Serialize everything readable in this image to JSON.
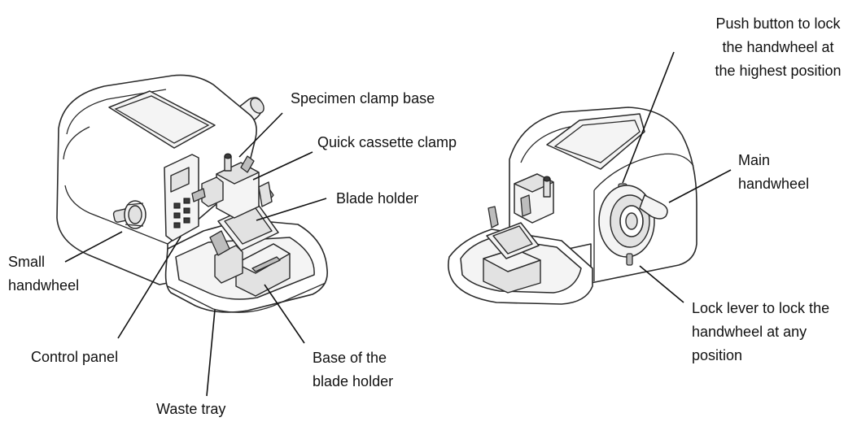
{
  "labels": {
    "specimen_clamp_base": [
      "Specimen clamp base"
    ],
    "quick_cassette_clamp": [
      "Quick cassette clamp"
    ],
    "blade_holder": [
      "Blade holder"
    ],
    "small_handwheel": [
      "Small",
      "handwheel"
    ],
    "control_panel": [
      "Control panel"
    ],
    "base_of_blade_holder": [
      "Base of the",
      "blade holder"
    ],
    "waste_tray": [
      "Waste tray"
    ],
    "push_button": [
      "Push button to lock",
      "the handwheel at",
      "the highest position"
    ],
    "main_handwheel": [
      "Main",
      "handwheel"
    ],
    "lock_lever": [
      "Lock lever to lock the",
      "handwheel at any",
      "position"
    ]
  }
}
